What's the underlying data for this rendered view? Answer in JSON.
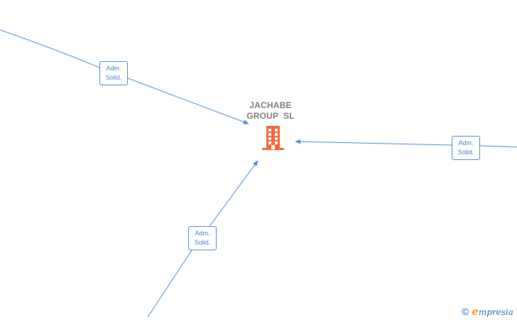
{
  "company": {
    "name_line1": "JACHABE",
    "name_line2": "GROUP  SL",
    "icon": "building-icon",
    "icon_color": "#f4673a"
  },
  "relations": [
    {
      "line1": "Adm.",
      "line2": "Solid."
    },
    {
      "line1": "Adm.",
      "line2": "Solid."
    },
    {
      "line1": "Adm.",
      "line2": "Solid."
    }
  ],
  "colors": {
    "edge": "#4a86cf",
    "label_text": "#3f7fcf",
    "company_text": "#7a7a7a",
    "brand": "#1a6fb0",
    "brand_accent": "#f39a1f"
  },
  "brand": {
    "copyright": "©",
    "initial": "e",
    "rest": "mpresia"
  }
}
